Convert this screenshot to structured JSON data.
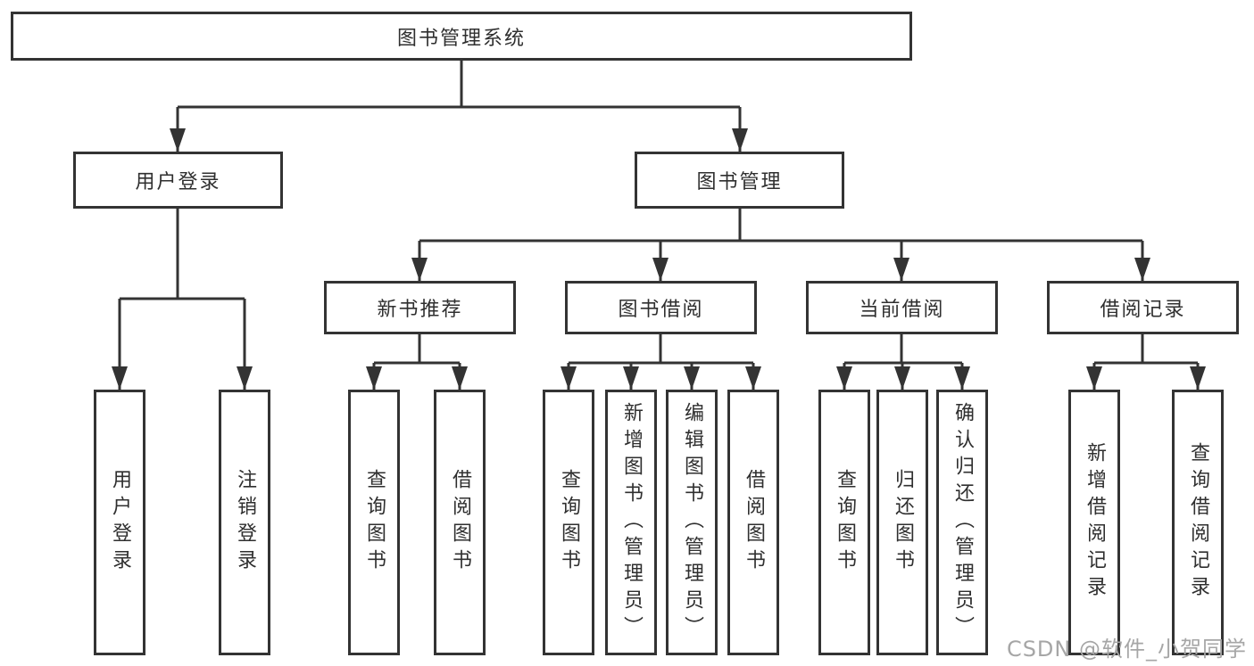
{
  "tree": {
    "root": "图书管理系统",
    "children": [
      {
        "label": "用户登录",
        "children": [
          {
            "label": "用户登录"
          },
          {
            "label": "注销登录"
          }
        ]
      },
      {
        "label": "图书管理",
        "children": [
          {
            "label": "新书推荐",
            "children": [
              {
                "label": "查询图书"
              },
              {
                "label": "借阅图书"
              }
            ]
          },
          {
            "label": "图书借阅",
            "children": [
              {
                "label": "查询图书"
              },
              {
                "label": "新增图书（管理员）"
              },
              {
                "label": "编辑图书（管理员）"
              },
              {
                "label": "借阅图书"
              }
            ]
          },
          {
            "label": "当前借阅",
            "children": [
              {
                "label": "查询图书"
              },
              {
                "label": "归还图书"
              },
              {
                "label": "确认归还（管理员）"
              }
            ]
          },
          {
            "label": "借阅记录",
            "children": [
              {
                "label": "新增借阅记录"
              },
              {
                "label": "查询借阅记录"
              }
            ]
          }
        ]
      }
    ]
  },
  "watermark": "CSDN @软件_小贺同学",
  "colors": {
    "line": "#333333",
    "box_border": "#333333",
    "text": "#2f2f2f",
    "watermark": "#a6a6a6",
    "background": "#ffffff"
  }
}
